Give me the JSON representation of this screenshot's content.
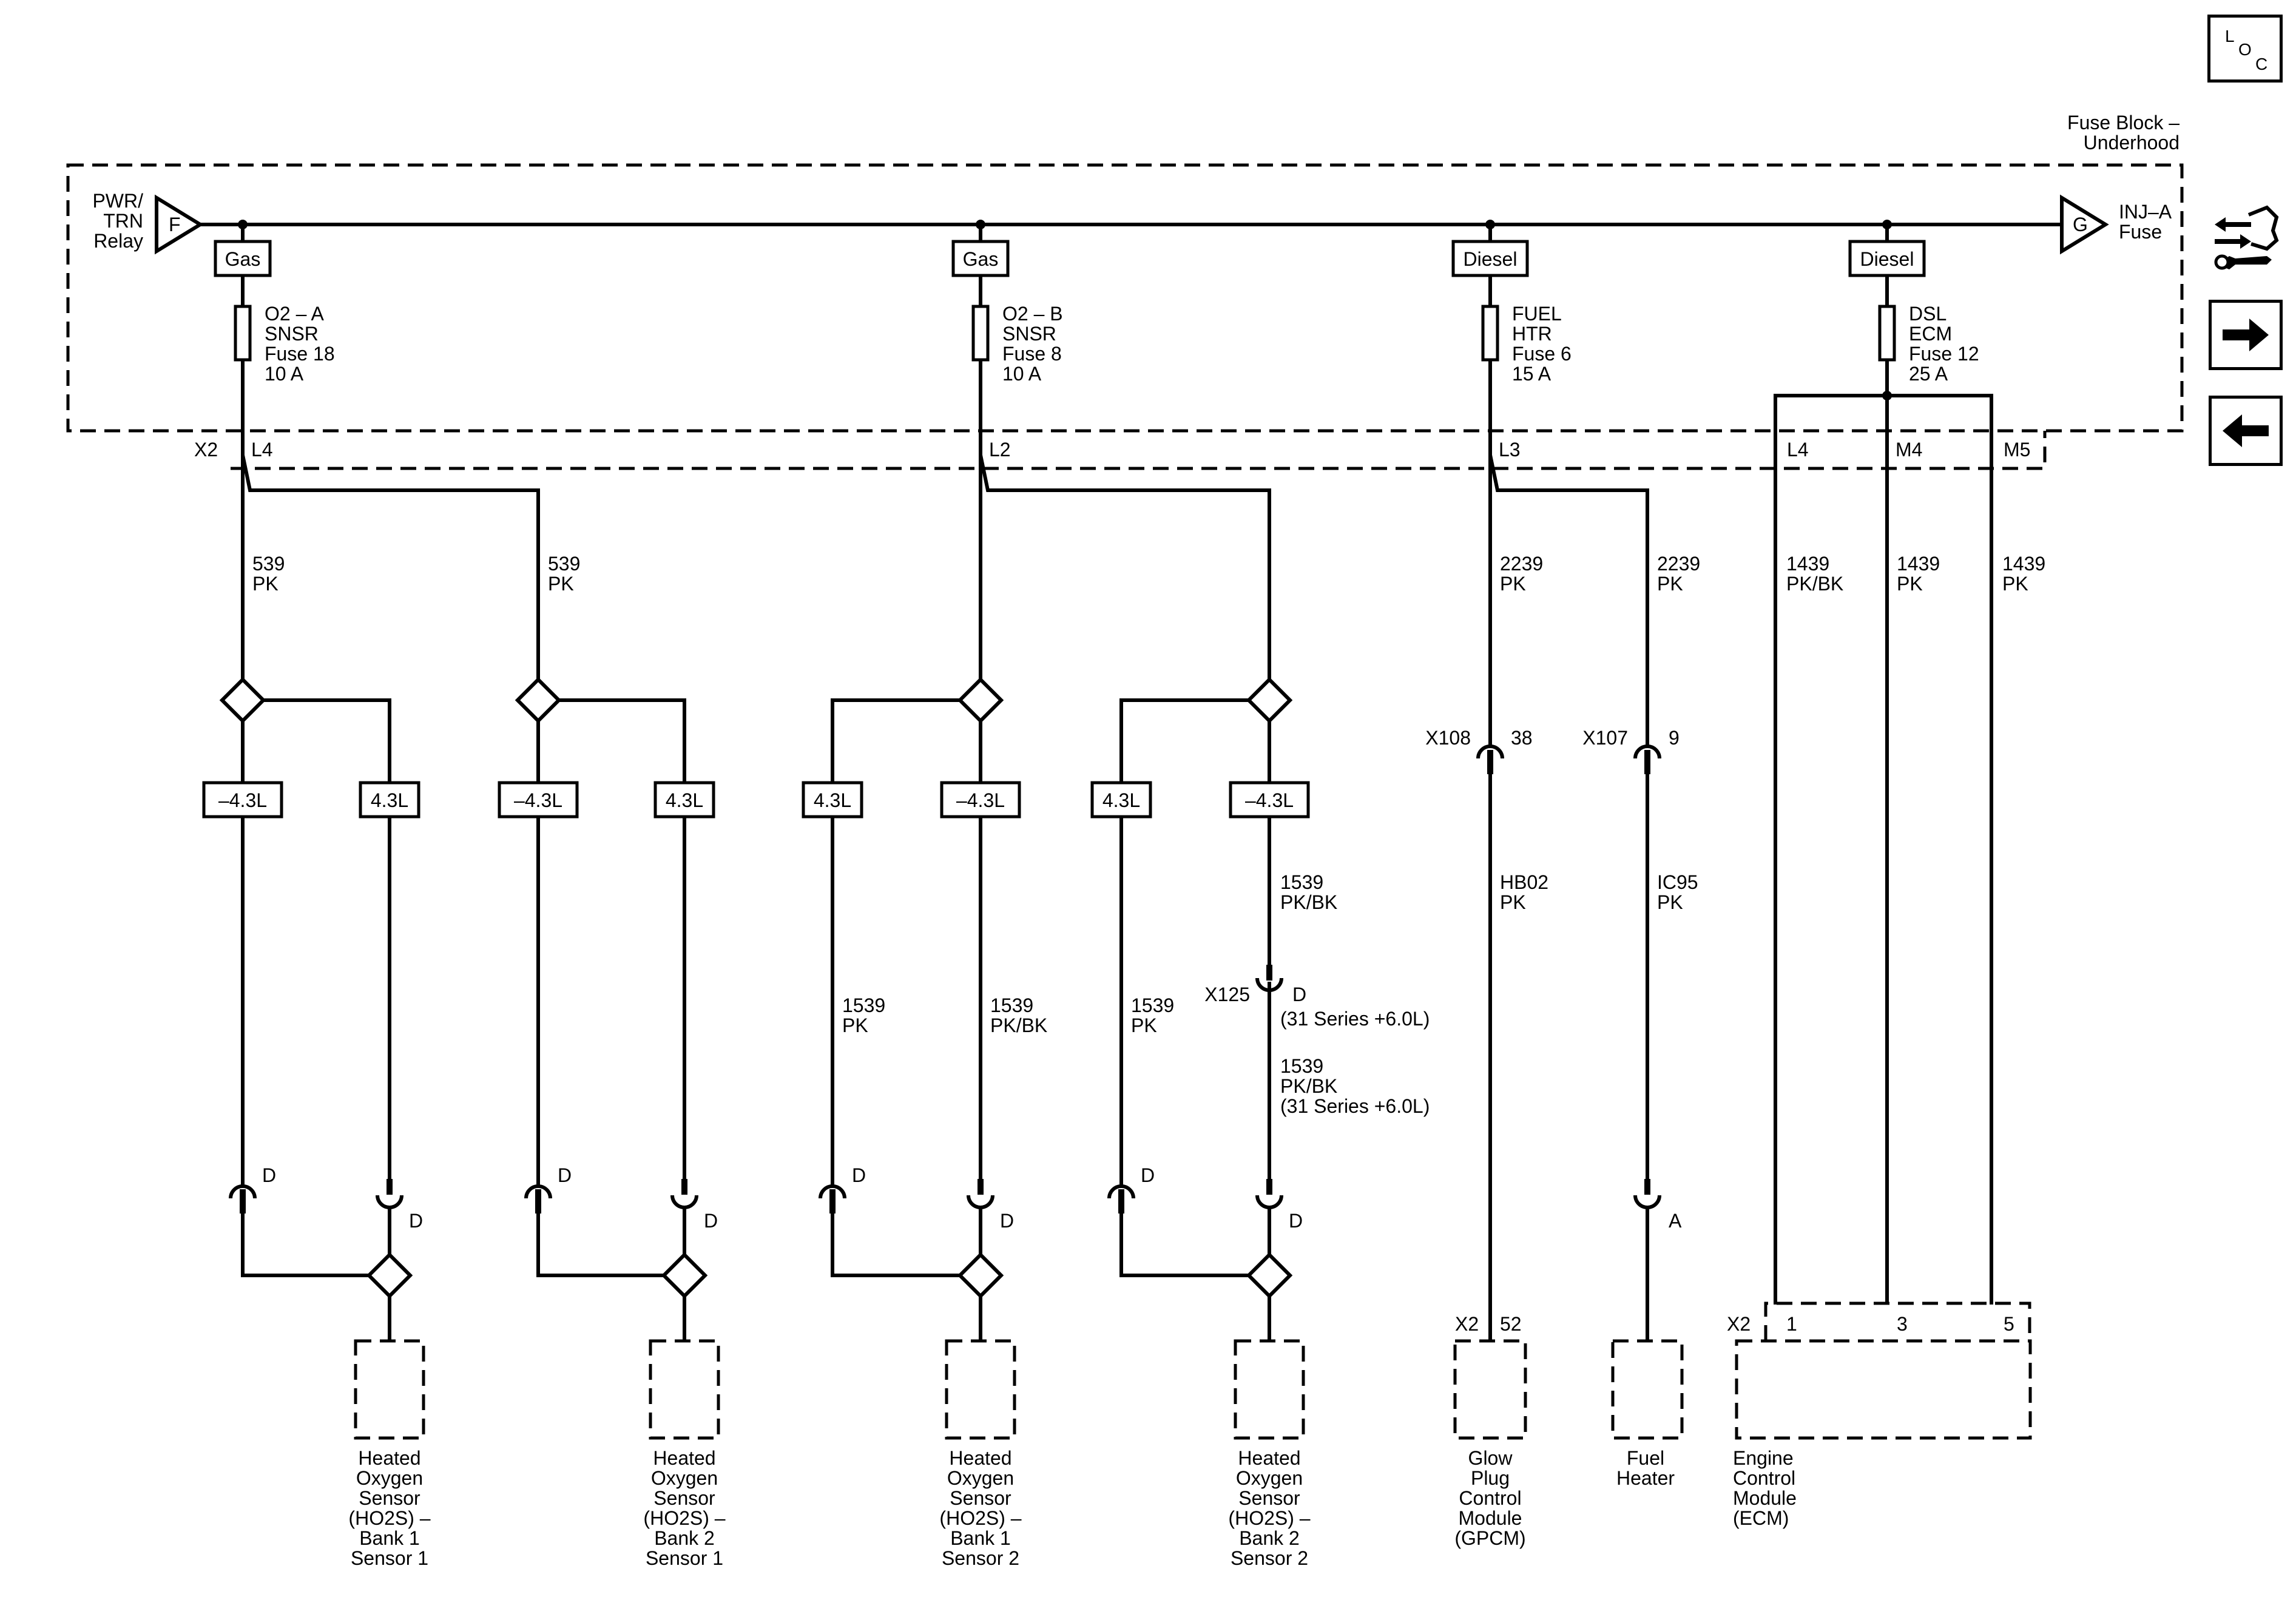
{
  "nav": {
    "loc_l": "L",
    "loc_o": "O",
    "loc_c": "C"
  },
  "fuse_block": {
    "title_line1": "Fuse Block –",
    "title_line2": "Underhood",
    "left_source": [
      "PWR/",
      "TRN",
      "Relay"
    ],
    "left_conn": "F",
    "right_conn": "G",
    "right_dest": [
      "INJ–A",
      "Fuse"
    ],
    "connector": "X2"
  },
  "fuses": [
    {
      "tag": "Gas",
      "name": [
        "O2 – A",
        "SNSR",
        "Fuse 18",
        "10 A"
      ],
      "pin": "L4"
    },
    {
      "tag": "Gas",
      "name": [
        "O2 – B",
        "SNSR",
        "Fuse 8",
        "10 A"
      ],
      "pin": "L2"
    },
    {
      "tag": "Diesel",
      "name": [
        "FUEL",
        "HTR",
        "Fuse 6",
        "15 A"
      ],
      "pin": "L3"
    },
    {
      "tag": "Diesel",
      "name": [
        "DSL",
        "ECM",
        "Fuse 12",
        "25 A"
      ],
      "pins": [
        "L4",
        "M4",
        "M5"
      ]
    }
  ],
  "wires": {
    "w539": [
      "539",
      "PK"
    ],
    "w2239": [
      "2239",
      "PK"
    ],
    "w1439a": [
      "1439",
      "PK/BK"
    ],
    "w1439b": [
      "1439",
      "PK"
    ],
    "w1439c": [
      "1439",
      "PK"
    ],
    "w1539_pk": [
      "1539",
      "PK"
    ],
    "w1539_pkbk": [
      "1539",
      "PK/BK"
    ],
    "w1539_series": [
      "1539",
      "PK/BK",
      "(31 Series +6.0L)"
    ],
    "hb02": [
      "HB02",
      "PK"
    ],
    "ic95": [
      "IC95",
      "PK"
    ]
  },
  "options": {
    "minus43": "–4.3L",
    "plus43": "4.3L"
  },
  "inline_connectors": {
    "x108": {
      "id": "X108",
      "pin": "38"
    },
    "x107": {
      "id": "X107",
      "pin": "9"
    },
    "x125": {
      "id": "X125",
      "pin": "D",
      "note": "(31 Series +6.0L)"
    }
  },
  "pins": {
    "d": "D",
    "a": "A",
    "x2": "X2",
    "gpcm_pin": "52",
    "ecm_pins": [
      "1",
      "3",
      "5"
    ]
  },
  "components": [
    {
      "id": "ho2s_b1s1",
      "lines": [
        "Heated",
        "Oxygen",
        "Sensor",
        "(HO2S)  –",
        "Bank 1",
        "Sensor 1"
      ]
    },
    {
      "id": "ho2s_b2s1",
      "lines": [
        "Heated",
        "Oxygen",
        "Sensor",
        "(HO2S)  –",
        "Bank 2",
        "Sensor 1"
      ]
    },
    {
      "id": "ho2s_b1s2",
      "lines": [
        "Heated",
        "Oxygen",
        "Sensor",
        "(HO2S)  –",
        "Bank 1",
        "Sensor 2"
      ]
    },
    {
      "id": "ho2s_b2s2",
      "lines": [
        "Heated",
        "Oxygen",
        "Sensor",
        "(HO2S)  –",
        "Bank 2",
        "Sensor 2"
      ]
    },
    {
      "id": "gpcm",
      "lines": [
        "Glow",
        "Plug",
        "Control",
        "Module",
        "(GPCM)"
      ]
    },
    {
      "id": "fuel_heater",
      "lines": [
        "Fuel",
        "Heater"
      ]
    },
    {
      "id": "ecm",
      "lines": [
        "Engine",
        "Control",
        "Module",
        "(ECM)"
      ]
    }
  ]
}
